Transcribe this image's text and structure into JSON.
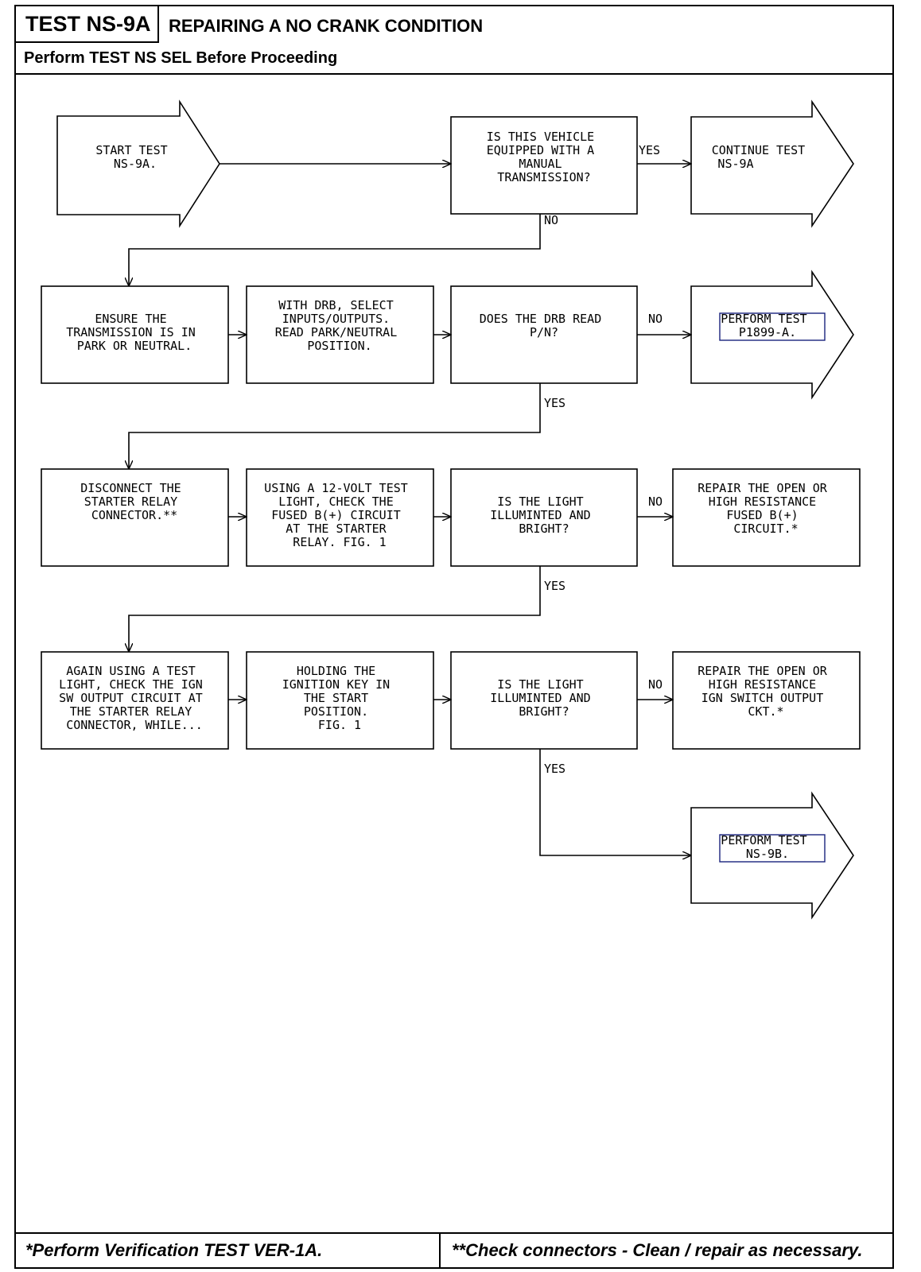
{
  "header": {
    "test_id": "TEST NS-9A",
    "title": "REPAIRING A NO CRANK CONDITION",
    "subtitle": "Perform TEST NS SEL Before Proceeding"
  },
  "flowchart": {
    "start": [
      "START TEST",
      "NS-9A."
    ],
    "q_manual": [
      "IS THIS VEHICLE",
      "EQUIPPED WITH A",
      "MANUAL",
      "TRANSMISSION?"
    ],
    "continue": [
      "CONTINUE TEST",
      "NS-9A"
    ],
    "ensure": [
      "ENSURE THE",
      "TRANSMISSION IS IN",
      "PARK OR NEUTRAL."
    ],
    "drb_select": [
      "WITH DRB, SELECT",
      "INPUTS/OUTPUTS.",
      "READ PARK/NEUTRAL",
      "POSITION."
    ],
    "q_drb": [
      "DOES THE DRB READ",
      "P/N?"
    ],
    "perform_p1899": [
      "PERFORM TEST",
      "P1899-A."
    ],
    "disconnect": [
      "DISCONNECT THE",
      "STARTER RELAY",
      "CONNECTOR.**"
    ],
    "using_light": [
      "USING A 12-VOLT TEST",
      "LIGHT, CHECK THE",
      "FUSED B(+) CIRCUIT",
      "AT THE STARTER",
      "RELAY. FIG. 1"
    ],
    "q_light1": [
      "IS THE LIGHT",
      "ILLUMINTED AND",
      "BRIGHT?"
    ],
    "repair_fused": [
      "REPAIR THE OPEN OR",
      "HIGH RESISTANCE",
      "FUSED B(+)",
      "CIRCUIT.*"
    ],
    "again": [
      "AGAIN USING A TEST",
      "LIGHT, CHECK THE IGN",
      "SW OUTPUT CIRCUIT AT",
      "THE STARTER RELAY",
      "CONNECTOR, WHILE..."
    ],
    "holding": [
      "HOLDING THE",
      "IGNITION KEY IN",
      "THE START",
      "POSITION.",
      "FIG. 1"
    ],
    "q_light2": [
      "IS THE LIGHT",
      "ILLUMINTED AND",
      "BRIGHT?"
    ],
    "repair_ign": [
      "REPAIR THE OPEN OR",
      "HIGH RESISTANCE",
      "IGN SWITCH OUTPUT",
      "CKT.*"
    ],
    "perform_ns9b": [
      "PERFORM TEST",
      "NS-9B."
    ],
    "labels": {
      "yes": "YES",
      "no": "NO"
    }
  },
  "footer": {
    "left": "*Perform Verification TEST VER-1A.",
    "right": "**Check connectors - Clean / repair as necessary."
  }
}
